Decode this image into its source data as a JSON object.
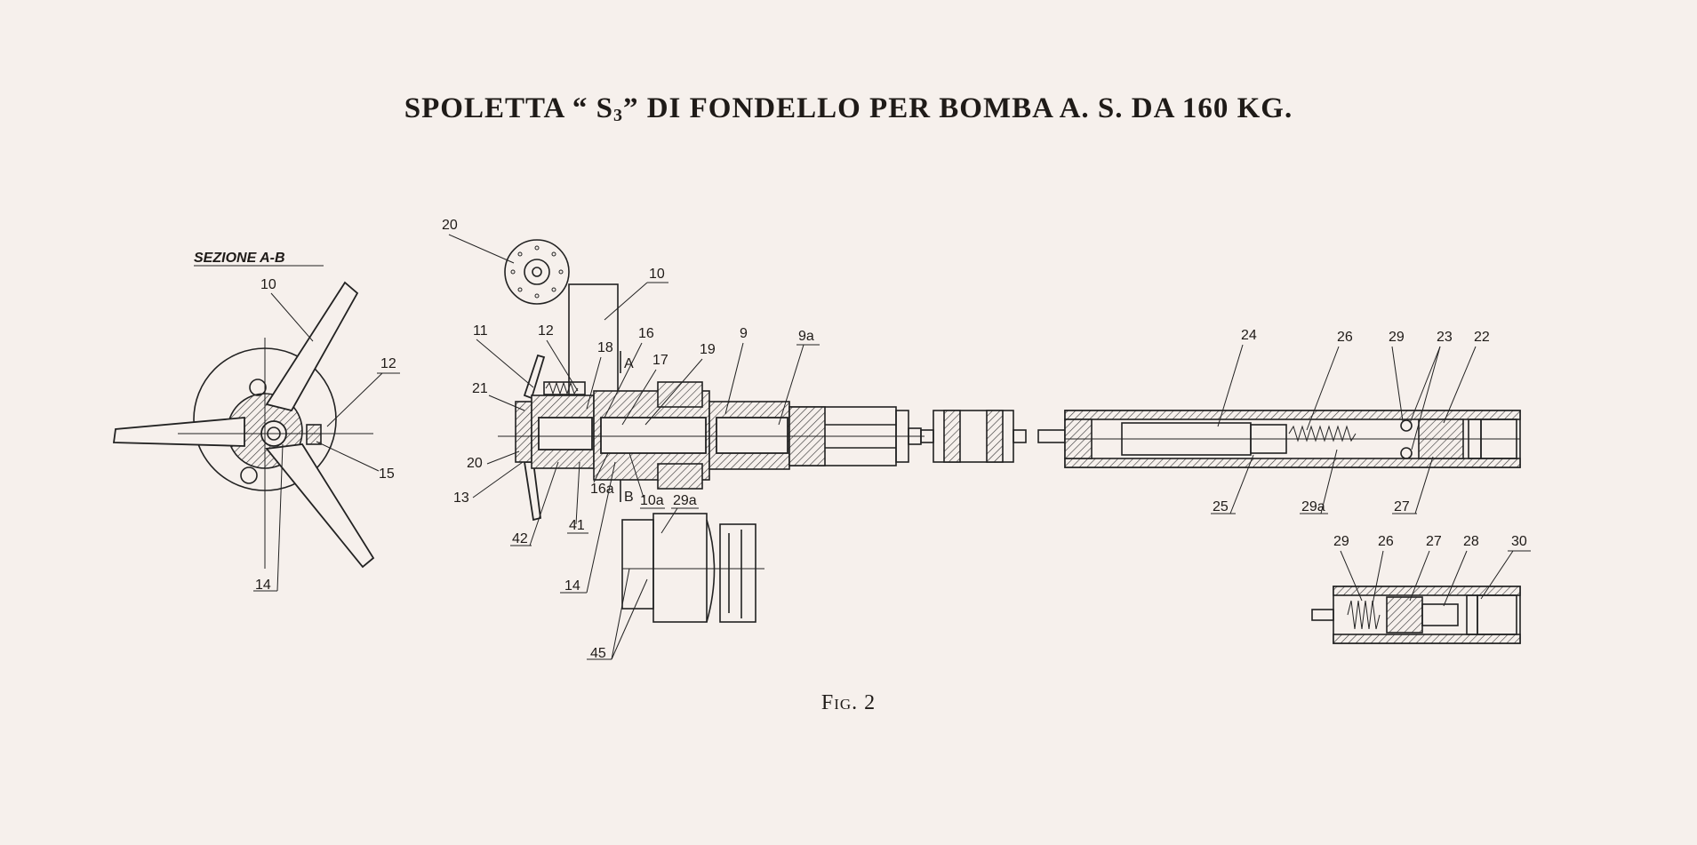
{
  "title": {
    "main": "SPOLETTA",
    "quote_open": "“ S",
    "sub": "3",
    "quote_close": "”",
    "rest": "DI FONDELLO PER BOMBA A. S. DA 160 KG."
  },
  "caption": "Fig. 2",
  "section_title": "SEZIONE A-B",
  "labels": {
    "sec_10": "10",
    "sec_12": "12",
    "sec_15": "15",
    "sec_14": "14",
    "d_20a": "20",
    "d_10": "10",
    "d_11": "11",
    "d_12": "12",
    "d_18": "18",
    "d_A": "A",
    "d_16": "16",
    "d_17": "17",
    "d_19": "19",
    "d_9": "9",
    "d_9a": "9a",
    "d_21": "21",
    "d_20b": "20",
    "d_13": "13",
    "d_42": "42",
    "d_41": "41",
    "d_16a": "16a",
    "d_B": "B",
    "d_10a": "10a",
    "d_29a_l": "29a",
    "d_14": "14",
    "d_45": "45",
    "r_24": "24",
    "r_26": "26",
    "r_29": "29",
    "r_23": "23",
    "r_22": "22",
    "r_25": "25",
    "r_29a": "29a",
    "r_27": "27",
    "s_29": "29",
    "s_26": "26",
    "s_27": "27",
    "s_28": "28",
    "s_30": "30"
  }
}
